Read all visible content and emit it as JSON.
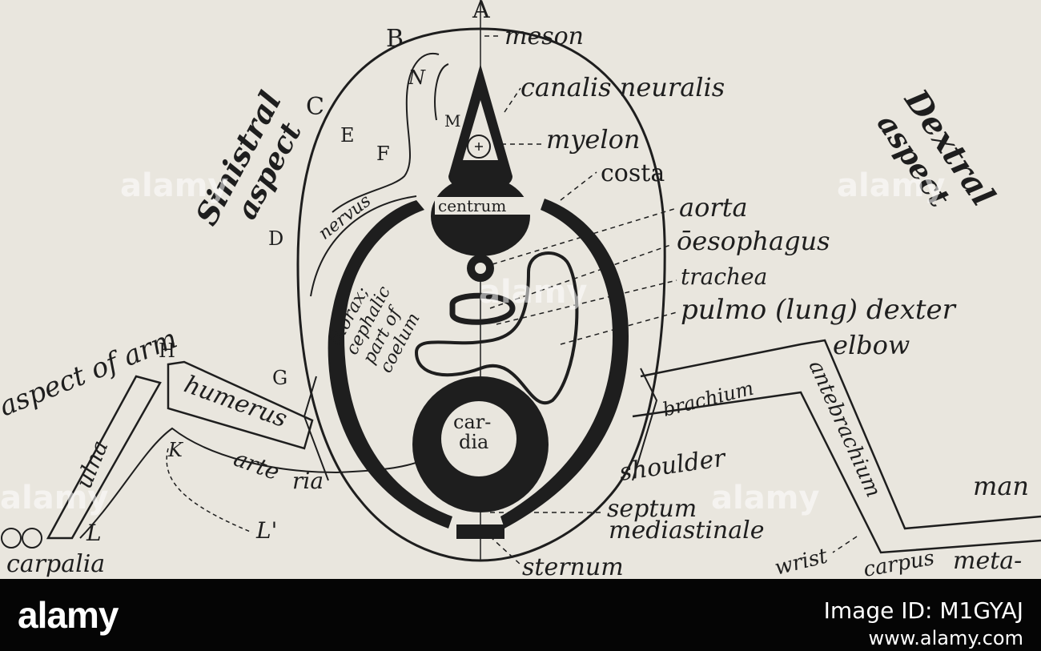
{
  "figure": {
    "labels": {
      "A": "A",
      "B": "B",
      "C": "C",
      "D": "D",
      "E": "E",
      "F": "F",
      "G": "G",
      "H": "H",
      "K": "K",
      "L": "L",
      "L_prime": "L'",
      "M": "M",
      "N": "N",
      "meson": "meson",
      "canalis_neuralis": "canalis neuralis",
      "myelon": "myelon",
      "costa": "costa",
      "aorta": "aorta",
      "oesophagus": "ōesophagus",
      "trachea": "trachea",
      "pulmo": "pulmo (lung) dexter",
      "elbow": "elbow",
      "centrum": "centrum",
      "nervus": "nervus",
      "coelum_line1": "thorax;",
      "coelum_line2": "cephalic",
      "coelum_line3": "part of",
      "coelum_line4": "coelum",
      "cardia_line1": "car-",
      "cardia_line2": "dia",
      "humerus": "humerus",
      "ulna": "ulna",
      "arteria_part1": "arte",
      "arteria_part2": "ria",
      "carpalia": "carpalia",
      "brachium": "brachium",
      "antebrachium": "antebrachium",
      "shoulder": "shoulder",
      "septum": "septum",
      "mediastinale": "mediastinale",
      "sternum": "sternum",
      "wrist": "wrist",
      "carpus": "carpus",
      "meta": "meta-",
      "manus": "man",
      "sinistral_line1": "Sinistral",
      "sinistral_line2": "aspect",
      "dextral_line1": "Dextral",
      "dextral_line2": "aspect",
      "aspect_of_arm": "aspect of arm"
    },
    "watermark": "alamy"
  },
  "stock_bar": {
    "logo": "alamy",
    "image_id": "Image ID: M1GYAJ",
    "url": "www.alamy.com"
  }
}
